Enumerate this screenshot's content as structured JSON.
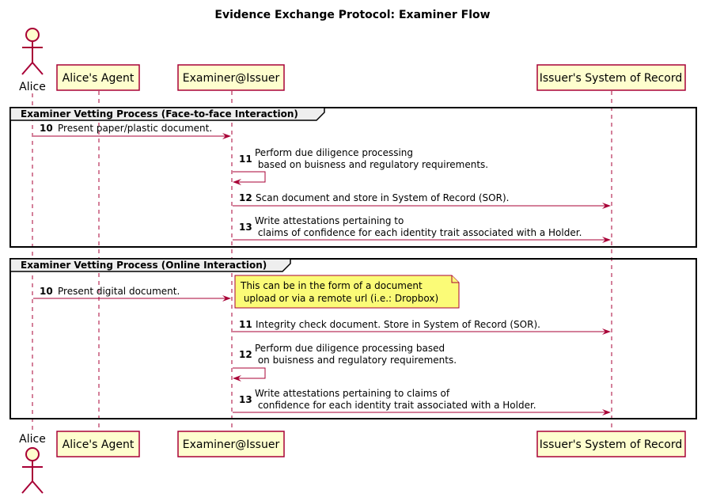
{
  "title": "Evidence Exchange Protocol: Examiner Flow",
  "participants": {
    "alice": "Alice",
    "agent": "Alice's Agent",
    "examiner": "Examiner@Issuer",
    "sor": "Issuer's System of Record"
  },
  "groups": [
    {
      "label": "Examiner Vetting Process (Face-to-face Interaction)",
      "messages": [
        {
          "num": "10",
          "lines": [
            "Present paper/plastic document."
          ]
        },
        {
          "num": "11",
          "lines": [
            "Perform due diligence processing",
            " based on buisness and regulatory requirements."
          ]
        },
        {
          "num": "12",
          "lines": [
            "Scan document and store in System of Record (SOR)."
          ]
        },
        {
          "num": "13",
          "lines": [
            "Write attestations pertaining to",
            " claims of confidence for each identity trait associated with a Holder."
          ]
        }
      ]
    },
    {
      "label": "Examiner Vetting Process (Online Interaction)",
      "messages": [
        {
          "num": "10",
          "lines": [
            "Present digital document."
          ]
        },
        {
          "num": "11",
          "lines": [
            "Integrity check document. Store in System of Record (SOR)."
          ]
        },
        {
          "num": "12",
          "lines": [
            "Perform due diligence processing based",
            " on buisness and regulatory requirements."
          ]
        },
        {
          "num": "13",
          "lines": [
            "Write attestations pertaining to claims of",
            " confidence for each identity trait associated with a Holder."
          ]
        }
      ],
      "note": [
        "This can be in the form of a document",
        " upload or via a remote url (i.e.: Dropbox)"
      ]
    }
  ]
}
